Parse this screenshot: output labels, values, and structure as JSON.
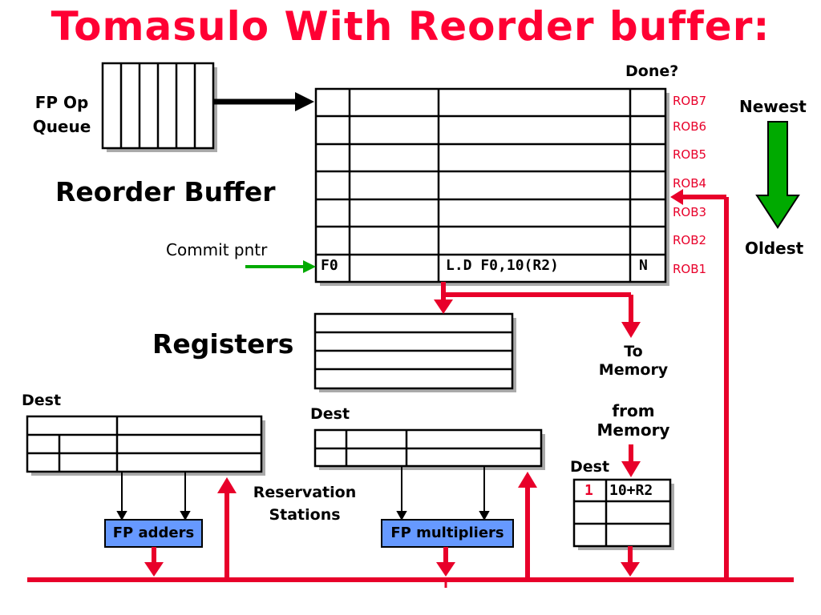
{
  "title": "Tomasulo With Reorder buffer:",
  "fp_op_queue": {
    "label_line1": "FP Op",
    "label_line2": "Queue"
  },
  "reorder_buffer": {
    "label": "Reorder Buffer",
    "done_header": "Done?",
    "entries": [
      "ROB7",
      "ROB6",
      "ROB5",
      "ROB4",
      "ROB3",
      "ROB2",
      "ROB1"
    ],
    "row_rob1": {
      "dest": "F0",
      "instruction": "L.D F0,10(R2)",
      "done": "N"
    },
    "commit_pointer_label": "Commit pntr"
  },
  "order": {
    "newest": "Newest",
    "oldest": "Oldest"
  },
  "registers": {
    "label": "Registers"
  },
  "memory": {
    "to_line1": "To",
    "to_line2": "Memory",
    "from_line1": "from",
    "from_line2": "Memory"
  },
  "reservation_stations": {
    "line1": "Reservation",
    "line2": "Stations"
  },
  "dest_labels": {
    "adders": "Dest",
    "multipliers": "Dest",
    "load": "Dest"
  },
  "load_buffer": {
    "dest": "1",
    "address": "10+R2"
  },
  "functional_units": {
    "adders": "FP adders",
    "multipliers": "FP multipliers"
  },
  "colors": {
    "title": "#ff0033",
    "bus": "#e8002a",
    "unit_fill": "#6699ff",
    "arrow_green": "#00aa00"
  }
}
